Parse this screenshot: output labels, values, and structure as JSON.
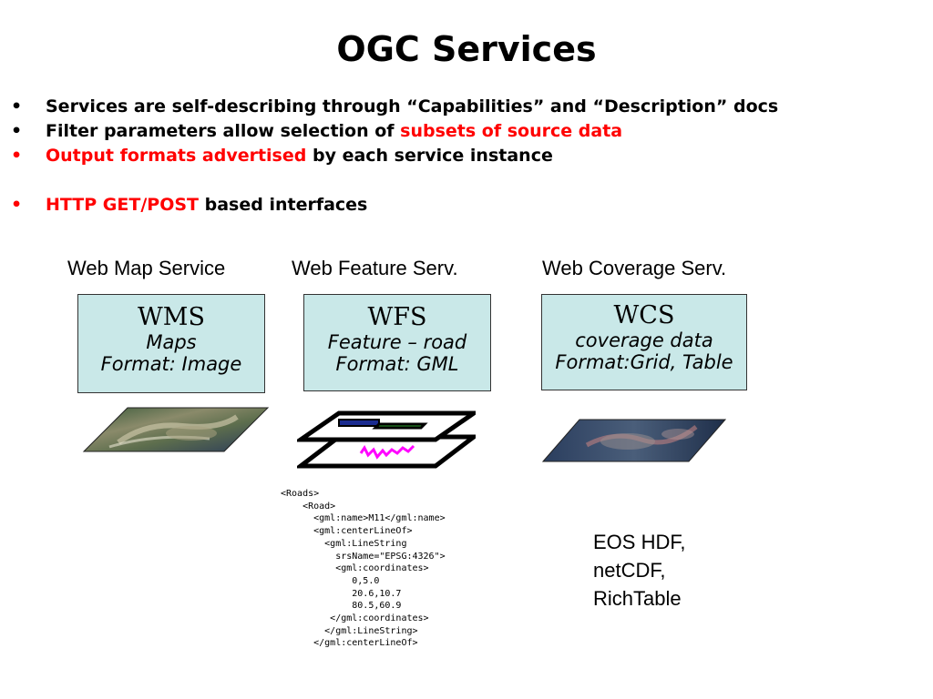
{
  "title": "OGC Services",
  "bullets": [
    {
      "dot": "•",
      "parts": [
        {
          "text": "Services are self-describing through “Capabilities” and “Description” docs",
          "red": false
        }
      ]
    },
    {
      "dot": "•",
      "parts": [
        {
          "text": "Filter parameters allow selection of ",
          "red": false
        },
        {
          "text": "subsets of source data",
          "red": true
        }
      ]
    },
    {
      "dot": "•",
      "parts": [
        {
          "text": "Output formats advertised",
          "red": true
        },
        {
          "text": " by each service instance",
          "red": false
        }
      ]
    },
    {
      "dot": "•",
      "parts": [
        {
          "text": "HTTP GET/POST",
          "red": true
        },
        {
          "text": " based interfaces",
          "red": false
        }
      ]
    }
  ],
  "services": [
    {
      "label": "Web Map Service",
      "acronym": "WMS",
      "line2": "Maps",
      "line3": "Format: Image"
    },
    {
      "label": "Web Feature Serv.",
      "acronym": "WFS",
      "line2": "Feature – road",
      "line3": "Format: GML"
    },
    {
      "label": "Web Coverage Serv.",
      "acronym": "WCS",
      "line2": "coverage data",
      "line3": "Format:Grid, Table"
    }
  ],
  "gml_lines": [
    "<Roads>",
    "    <Road>",
    "      <gml:name>M11</gml:name>",
    "      <gml:centerLineOf>",
    "        <gml:LineString",
    "          srsName=\"EPSG:4326\">",
    "          <gml:coordinates>",
    "             0,5.0",
    "             20.6,10.7",
    "             80.5,60.9",
    "         </gml:coordinates>",
    "        </gml:LineString>",
    "      </gml:centerLineOf>"
  ],
  "coverage_formats": [
    "EOS HDF,",
    "netCDF,",
    "RichTable"
  ],
  "colors": {
    "accent_red": "#ff0000",
    "box_fill": "#c9e8e8",
    "road": "#ff00ff"
  }
}
